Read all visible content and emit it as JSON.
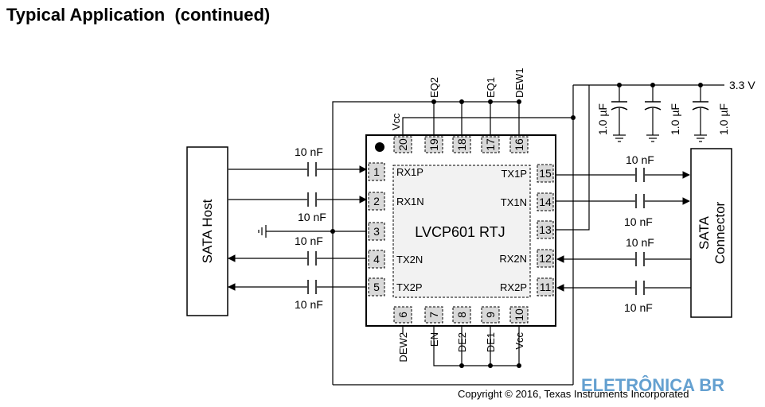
{
  "title": "Typical Application  (continued)",
  "chip": {
    "name": "LVCP601 RTJ",
    "pins_left": [
      {
        "num": "1",
        "label": "RX1P"
      },
      {
        "num": "2",
        "label": "RX1N"
      },
      {
        "num": "3",
        "label": ""
      },
      {
        "num": "4",
        "label": "TX2N"
      },
      {
        "num": "5",
        "label": "TX2P"
      }
    ],
    "pins_right": [
      {
        "num": "15",
        "label": "TX1P"
      },
      {
        "num": "14",
        "label": "TX1N"
      },
      {
        "num": "13",
        "label": ""
      },
      {
        "num": "12",
        "label": "RX2N"
      },
      {
        "num": "11",
        "label": "RX2P"
      }
    ],
    "pins_top": [
      {
        "num": "20",
        "label": "Vcc"
      },
      {
        "num": "19",
        "label": "EQ2"
      },
      {
        "num": "18",
        "label": ""
      },
      {
        "num": "17",
        "label": "EQ1"
      },
      {
        "num": "16",
        "label": "DEW1"
      }
    ],
    "pins_bottom": [
      {
        "num": "6",
        "label": "DEW2"
      },
      {
        "num": "7",
        "label": "EN"
      },
      {
        "num": "8",
        "label": "DE2"
      },
      {
        "num": "9",
        "label": "DE1"
      },
      {
        "num": "10",
        "label": "Vcc"
      }
    ]
  },
  "host_label": "SATA Host",
  "connector_label_1": "SATA",
  "connector_label_2": "Connector",
  "cap_10nf": "10 nF",
  "cap_1uf": "1.0 µF",
  "supply": "3.3 V",
  "copyright": "Copyright © 2016, Texas Instruments Incorporated",
  "watermark": "ELETRÔNICA BR"
}
